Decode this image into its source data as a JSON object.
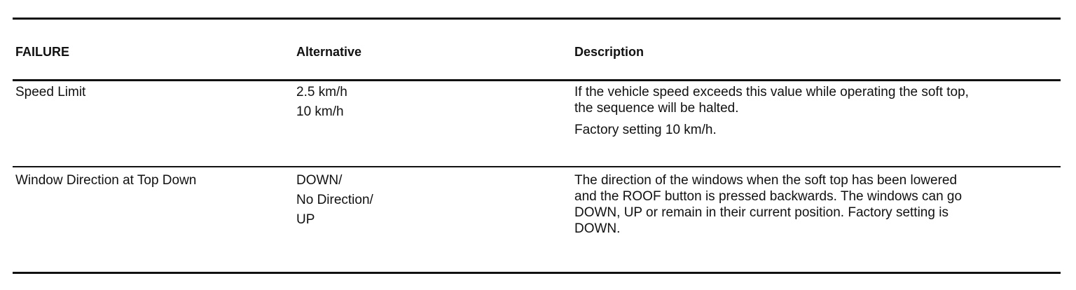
{
  "table": {
    "headers": {
      "failure": "FAILURE",
      "alternative": "Alternative",
      "description": "Description"
    },
    "rows": [
      {
        "failure": "Speed Limit",
        "alternatives": [
          "2.5 km/h",
          "10 km/h"
        ],
        "description_lines": [
          "If the vehicle speed exceeds this value while operating the soft top,",
          "the sequence will be halted."
        ],
        "note": "Factory setting 10 km/h."
      },
      {
        "failure": "Window Direction at Top Down",
        "alternatives": [
          "DOWN/",
          "No Direction/",
          "UP"
        ],
        "description_lines": [
          "The direction of the windows when the soft top has been lowered",
          "and the ROOF button is pressed backwards. The windows can go",
          "DOWN, UP or remain in their current position. Factory setting is",
          "DOWN."
        ]
      }
    ]
  }
}
